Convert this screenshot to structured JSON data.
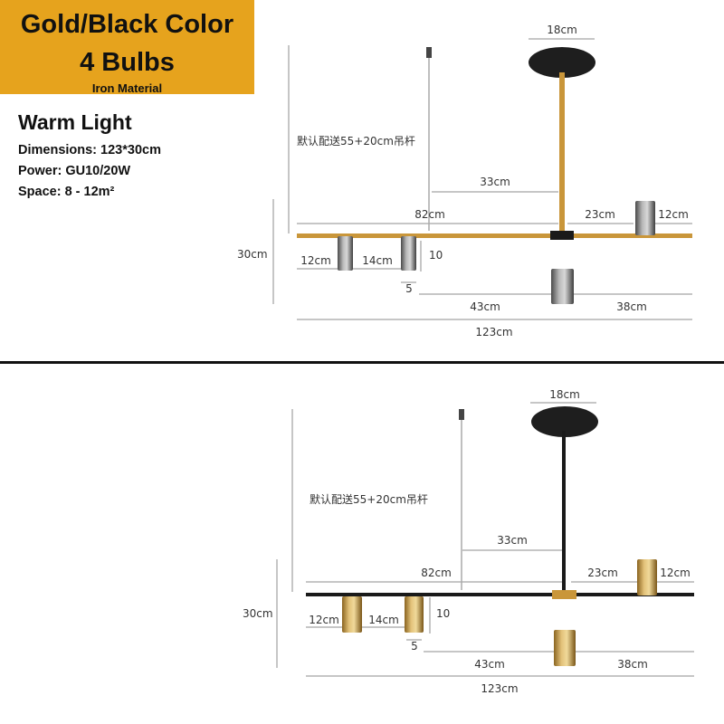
{
  "badge": {
    "line1": "Gold/Black Color",
    "line2": "4 Bulbs",
    "material": "Iron Material"
  },
  "specs": {
    "heading": "Warm Light",
    "dimensions": "Dimensions: 123*30cm",
    "power": "Power: GU10/20W",
    "space": "Space: 8 - 12m²"
  },
  "colors": {
    "badge_bg": "#e6a31d",
    "gold": "#c9963a",
    "black": "#1a1a1a",
    "chrome": "#8a8a8a",
    "dim_line": "#8c8c8c"
  },
  "diagrams": [
    {
      "variant": "gold-rod-chrome-lights",
      "labels": {
        "canopy_width": "18cm",
        "rod_note": "默认配送55+20cm吊杆",
        "rod_offset": "33cm",
        "left_length": "82cm",
        "right_offset": "23cm",
        "right_light_width": "12cm",
        "height": "30cm",
        "left_light_width": "12cm",
        "light_gap": "14cm",
        "light_height": "10",
        "light_offset": "5",
        "center_offset": "43cm",
        "right_span": "38cm",
        "total_length": "123cm"
      }
    },
    {
      "variant": "black-rod-gold-lights",
      "labels": {
        "canopy_width": "18cm",
        "rod_note": "默认配送55+20cm吊杆",
        "rod_offset": "33cm",
        "left_length": "82cm",
        "right_offset": "23cm",
        "right_light_width": "12cm",
        "height": "30cm",
        "left_light_width": "12cm",
        "light_gap": "14cm",
        "light_height": "10",
        "light_offset": "5",
        "center_offset": "43cm",
        "right_span": "38cm",
        "total_length": "123cm"
      }
    }
  ]
}
